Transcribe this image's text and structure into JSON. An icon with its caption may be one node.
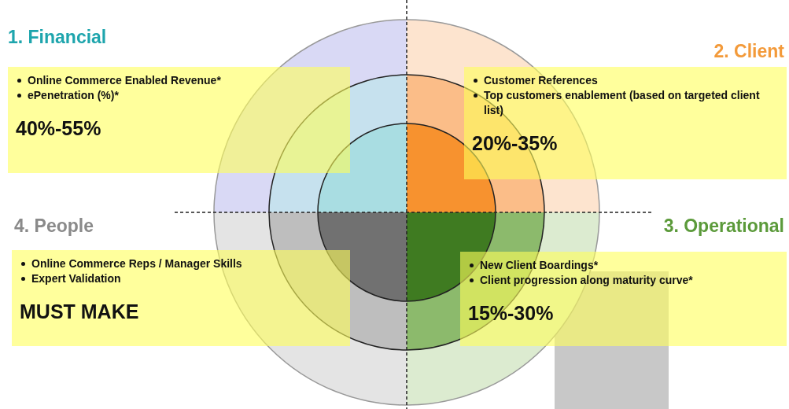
{
  "diagram": {
    "nodes": [
      {
        "text": [
          "1. Financial",
          "Online Commerce Enabled Revenue*",
          "ePenetration (%)*",
          "40%-55%"
        ]
      },
      {
        "text": [
          "2. Client",
          "Customer References",
          "Top customers enablement (based on targeted client list)",
          "20%-35%"
        ]
      },
      {
        "text": [
          "4. People",
          "Online Commerce Reps / Manager Skills",
          "Expert Validation",
          "MUST MAKE"
        ]
      },
      {
        "text": [
          "3. Operational",
          "New Client Boardings*",
          "Client progression along maturity curve*",
          "15%-30%"
        ]
      }
    ]
  }
}
